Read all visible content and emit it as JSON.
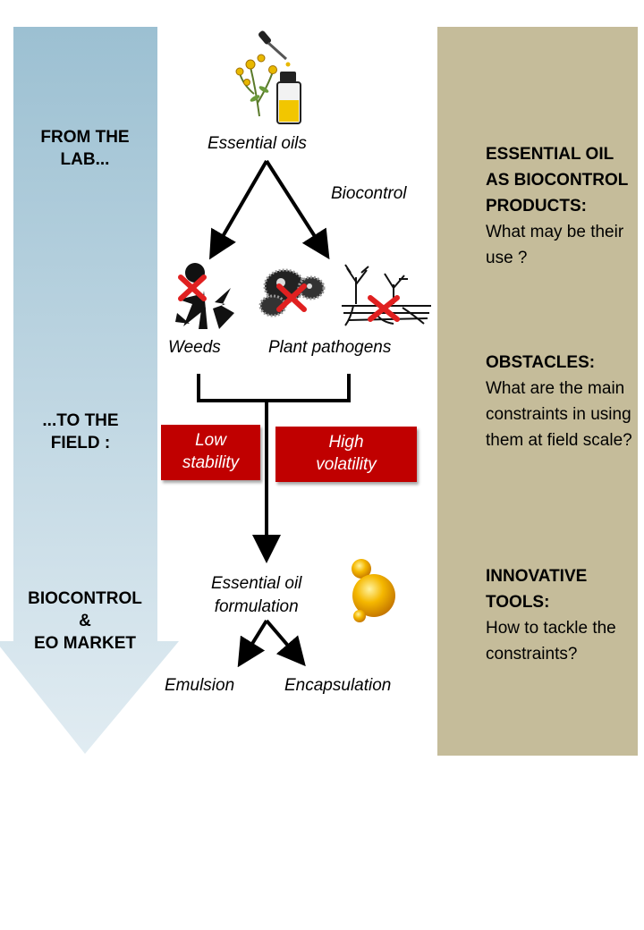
{
  "stages": {
    "lab": "FROM THE\nLAB...",
    "field": "...TO THE\nFIELD :",
    "market": "BIOCONTROL\n&\nEO MARKET"
  },
  "flow": {
    "essential_oils": "Essential oils",
    "biocontrol": "Biocontrol",
    "weeds": "Weeds",
    "plant_pathogens": "Plant pathogens",
    "low_stability": "Low\nstability",
    "high_volatility": "High\nvolatility",
    "formulation": "Essential oil\nformulation",
    "emulsion": "Emulsion",
    "encapsulation": "Encapsulation"
  },
  "panel": {
    "block1_heading": "ESSENTIAL OIL AS BIOCONTROL PRODUCTS:",
    "block1_text": "What may be their use ?",
    "block2_heading": "OBSTACLES:",
    "block2_text": "What are the main constraints in using them at field scale?",
    "block3_heading": "INNOVATIVE TOOLS:",
    "block3_text": "How to tackle the constraints?"
  },
  "colors": {
    "panel_bg": "#c5bc9a",
    "arrow_top": "#9cc0d2",
    "arrow_bottom": "#dde9ef",
    "constraint_red": "#c00000"
  },
  "icons": [
    "essential-oil-bottle-icon",
    "weed-icon",
    "pathogen-icon",
    "root-disease-icon",
    "red-cross-icon",
    "oil-droplet-icon"
  ]
}
